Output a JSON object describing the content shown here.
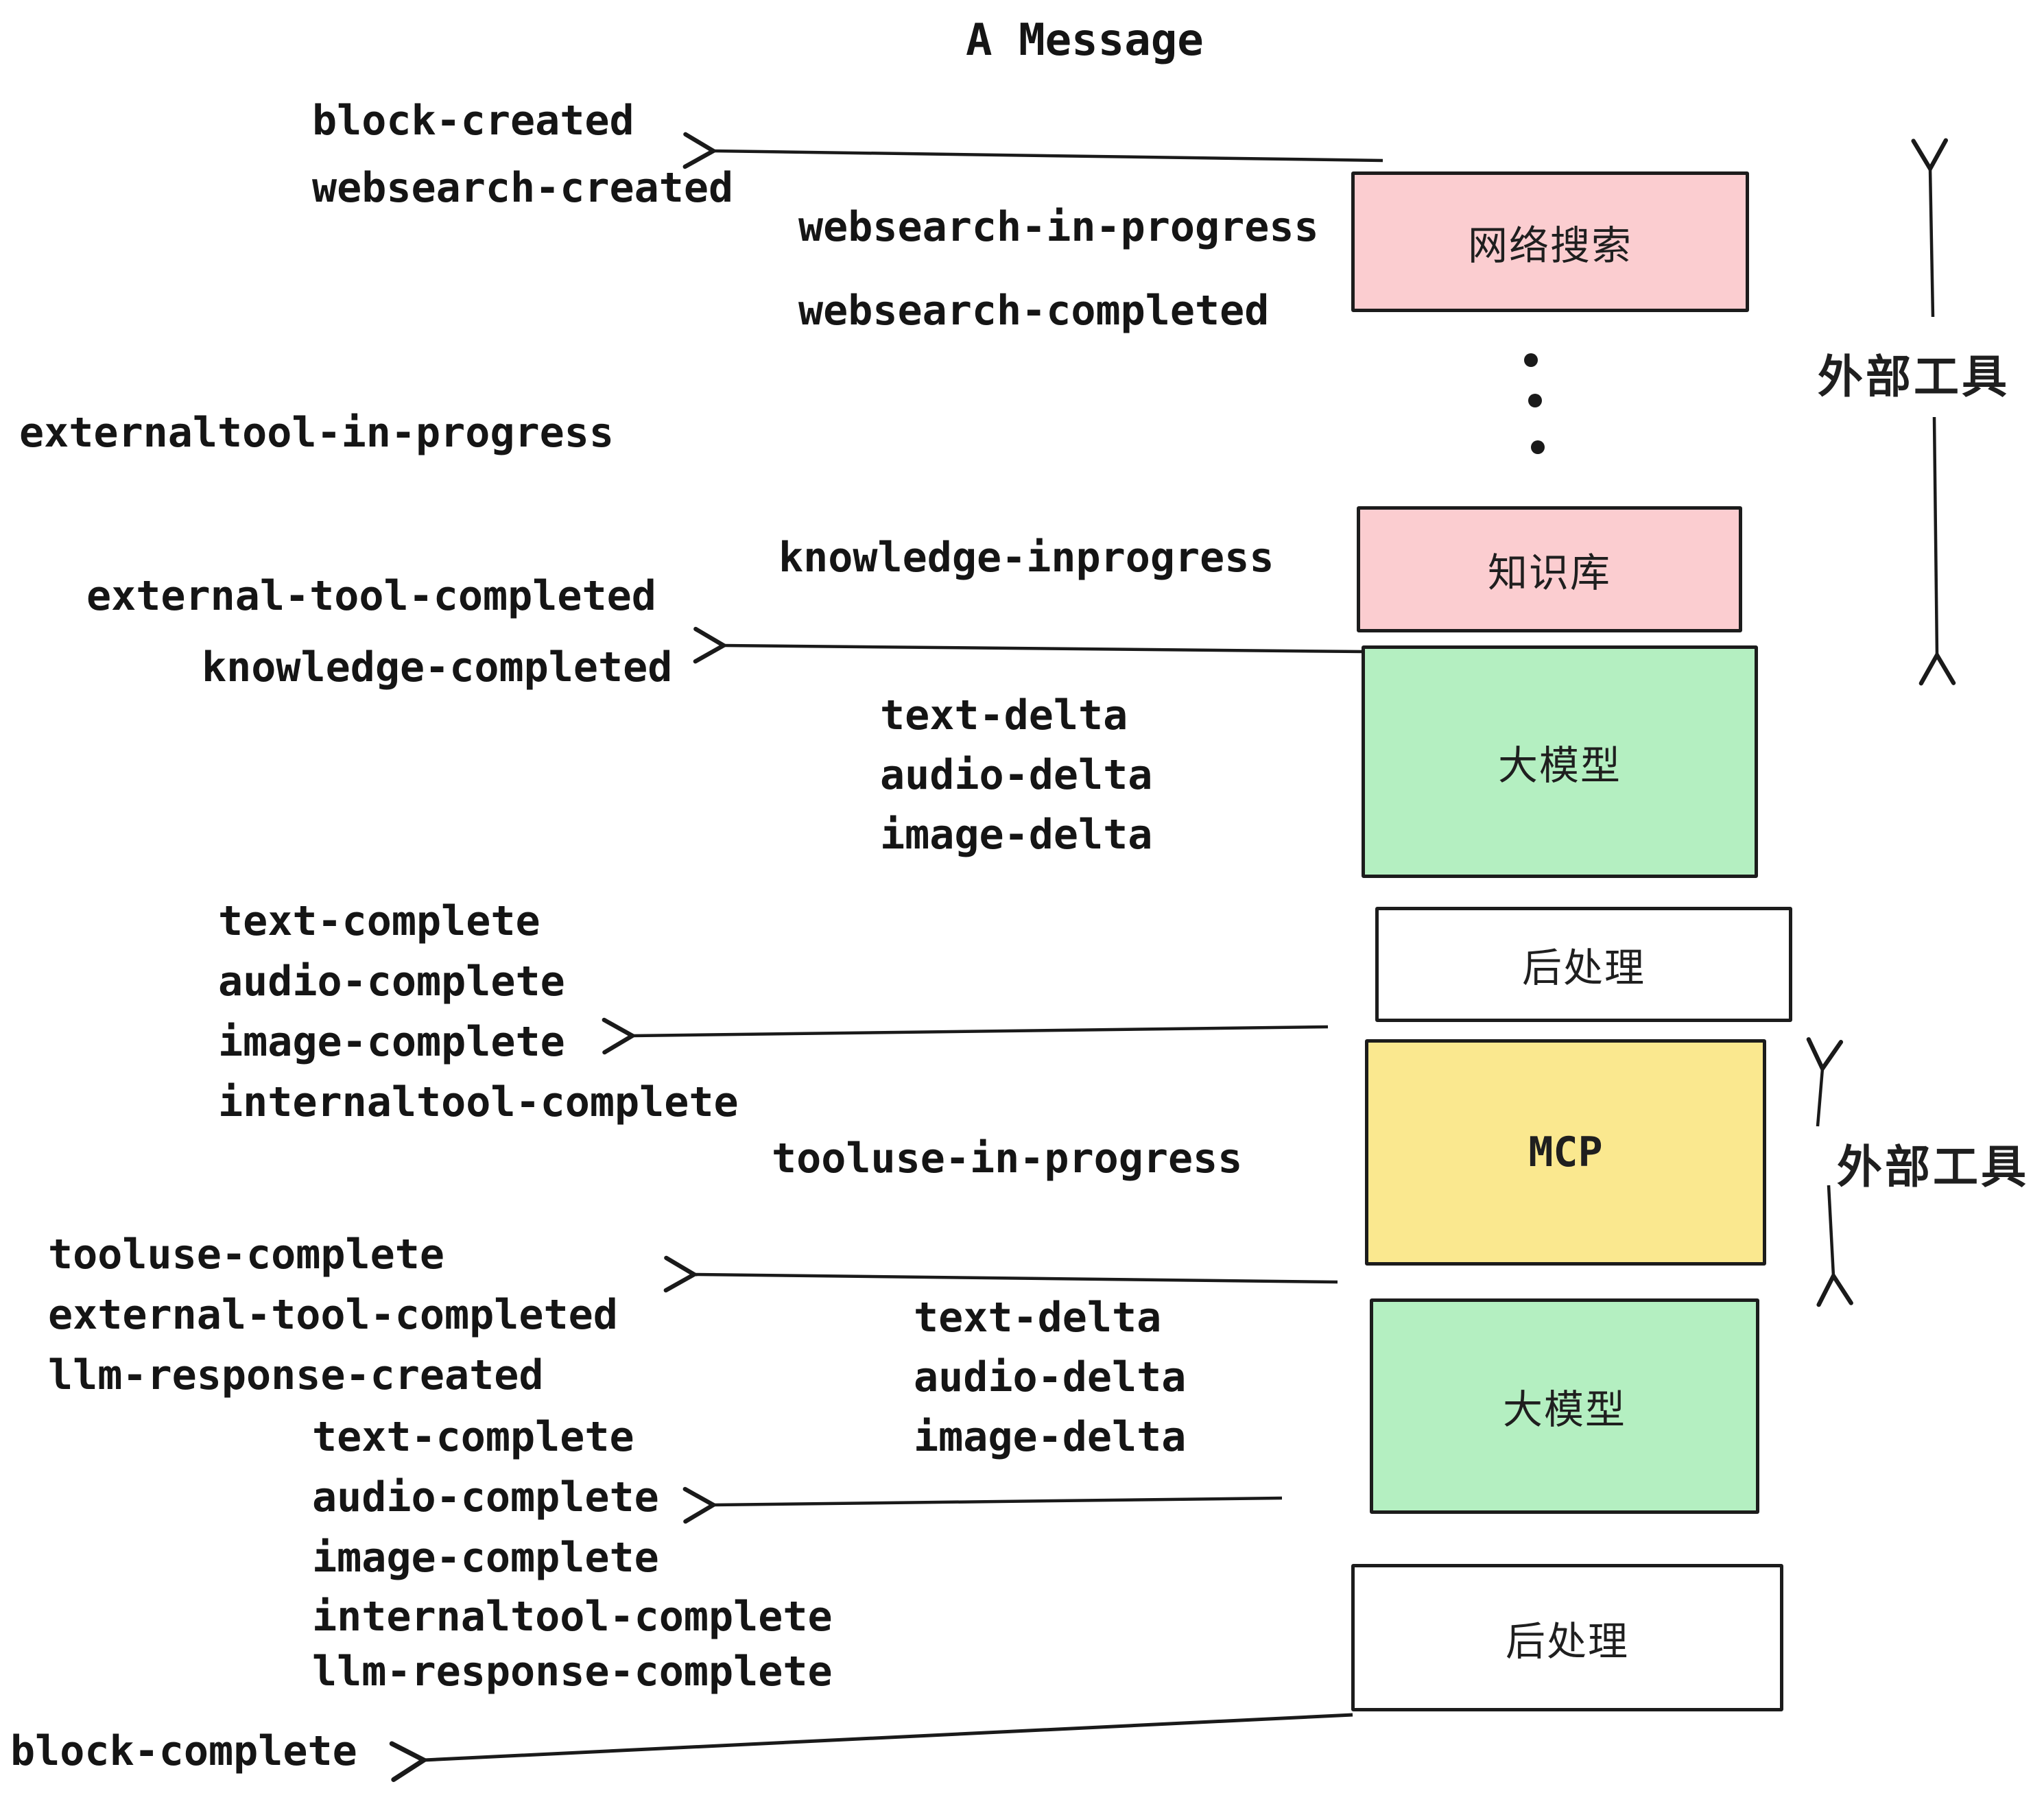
{
  "title": "A Message",
  "colors": {
    "ink": "#1a1a1a",
    "box_pink": "#fbcdd0",
    "box_green": "#b4efc1",
    "box_yellow": "#fae88f",
    "box_white": "#ffffff"
  },
  "boxes": [
    {
      "id": "websearch",
      "label": "网络搜索",
      "fill": "#fbcdd0"
    },
    {
      "id": "knowledge",
      "label": "知识库",
      "fill": "#fbcdd0"
    },
    {
      "id": "llm-1",
      "label": "大模型",
      "fill": "#b4efc1"
    },
    {
      "id": "postprocess-1",
      "label": "后处理",
      "fill": "#ffffff"
    },
    {
      "id": "mcp",
      "label": "MCP",
      "fill": "#fae88f"
    },
    {
      "id": "llm-2",
      "label": "大模型",
      "fill": "#b4efc1"
    },
    {
      "id": "postprocess-2",
      "label": "后处理",
      "fill": "#ffffff"
    }
  ],
  "side_labels": [
    {
      "id": "external-tools-top",
      "text": "外部工具"
    },
    {
      "id": "external-tools-mid",
      "text": "外部工具"
    }
  ],
  "events": [
    {
      "text": "block-created"
    },
    {
      "text": "websearch-created"
    },
    {
      "text": "websearch-in-progress"
    },
    {
      "text": "websearch-completed"
    },
    {
      "text": "externaltool-in-progress"
    },
    {
      "text": "knowledge-inprogress"
    },
    {
      "text": "external-tool-completed"
    },
    {
      "text": "knowledge-completed"
    },
    {
      "text": "text-delta"
    },
    {
      "text": "audio-delta"
    },
    {
      "text": "image-delta"
    },
    {
      "text": "text-complete"
    },
    {
      "text": "audio-complete"
    },
    {
      "text": "image-complete"
    },
    {
      "text": "internaltool-complete"
    },
    {
      "text": "tooluse-in-progress"
    },
    {
      "text": "tooluse-complete"
    },
    {
      "text": "external-tool-completed"
    },
    {
      "text": "llm-response-created"
    },
    {
      "text": "text-delta"
    },
    {
      "text": "audio-delta"
    },
    {
      "text": "image-delta"
    },
    {
      "text": "text-complete"
    },
    {
      "text": "audio-complete"
    },
    {
      "text": "image-complete"
    },
    {
      "text": "internaltool-complete"
    },
    {
      "text": "llm-response-complete"
    },
    {
      "text": "block-complete"
    }
  ]
}
